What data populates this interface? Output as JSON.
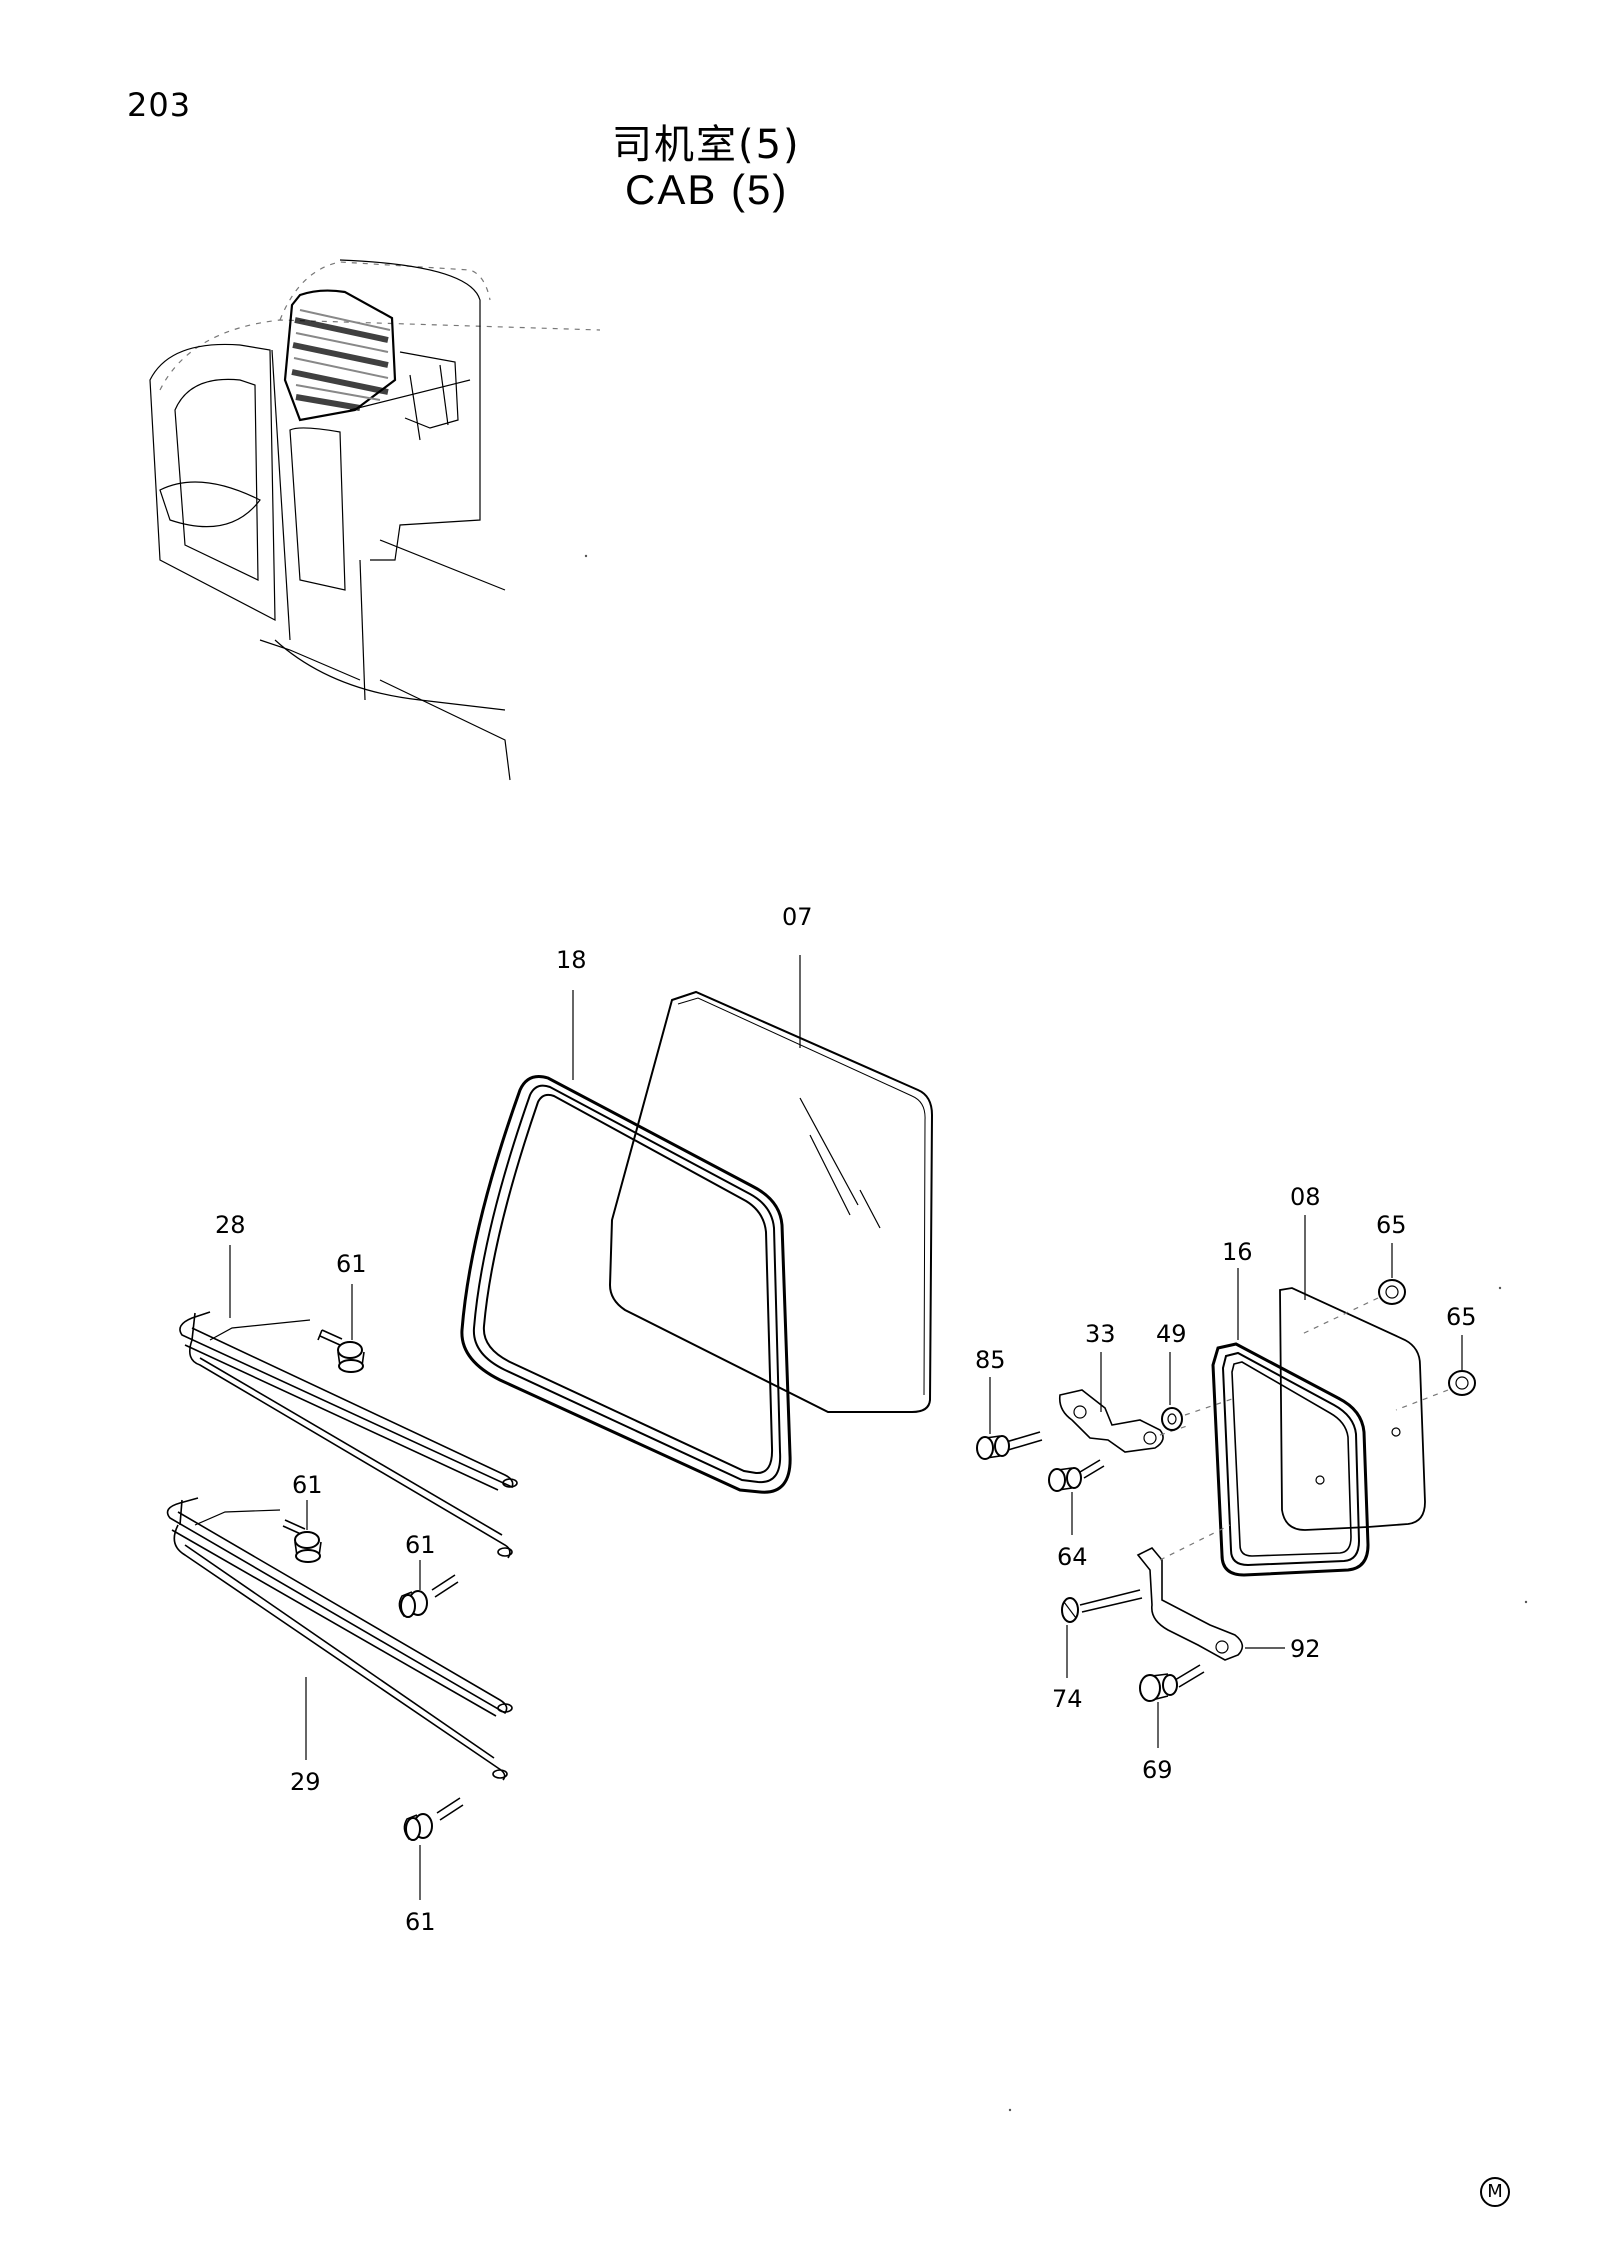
{
  "page_number": "203",
  "title_cn": "司机室(5)",
  "title_en": "CAB (5)",
  "corner_mark": "M",
  "callouts": {
    "c07": "07",
    "c18": "18",
    "c28": "28",
    "c61a": "61",
    "c61b": "61",
    "c61c": "61",
    "c61d": "61",
    "c29": "29",
    "c08": "08",
    "c65a": "65",
    "c65b": "65",
    "c16": "16",
    "c33": "33",
    "c49": "49",
    "c85": "85",
    "c64": "64",
    "c92": "92",
    "c74": "74",
    "c69": "69"
  }
}
